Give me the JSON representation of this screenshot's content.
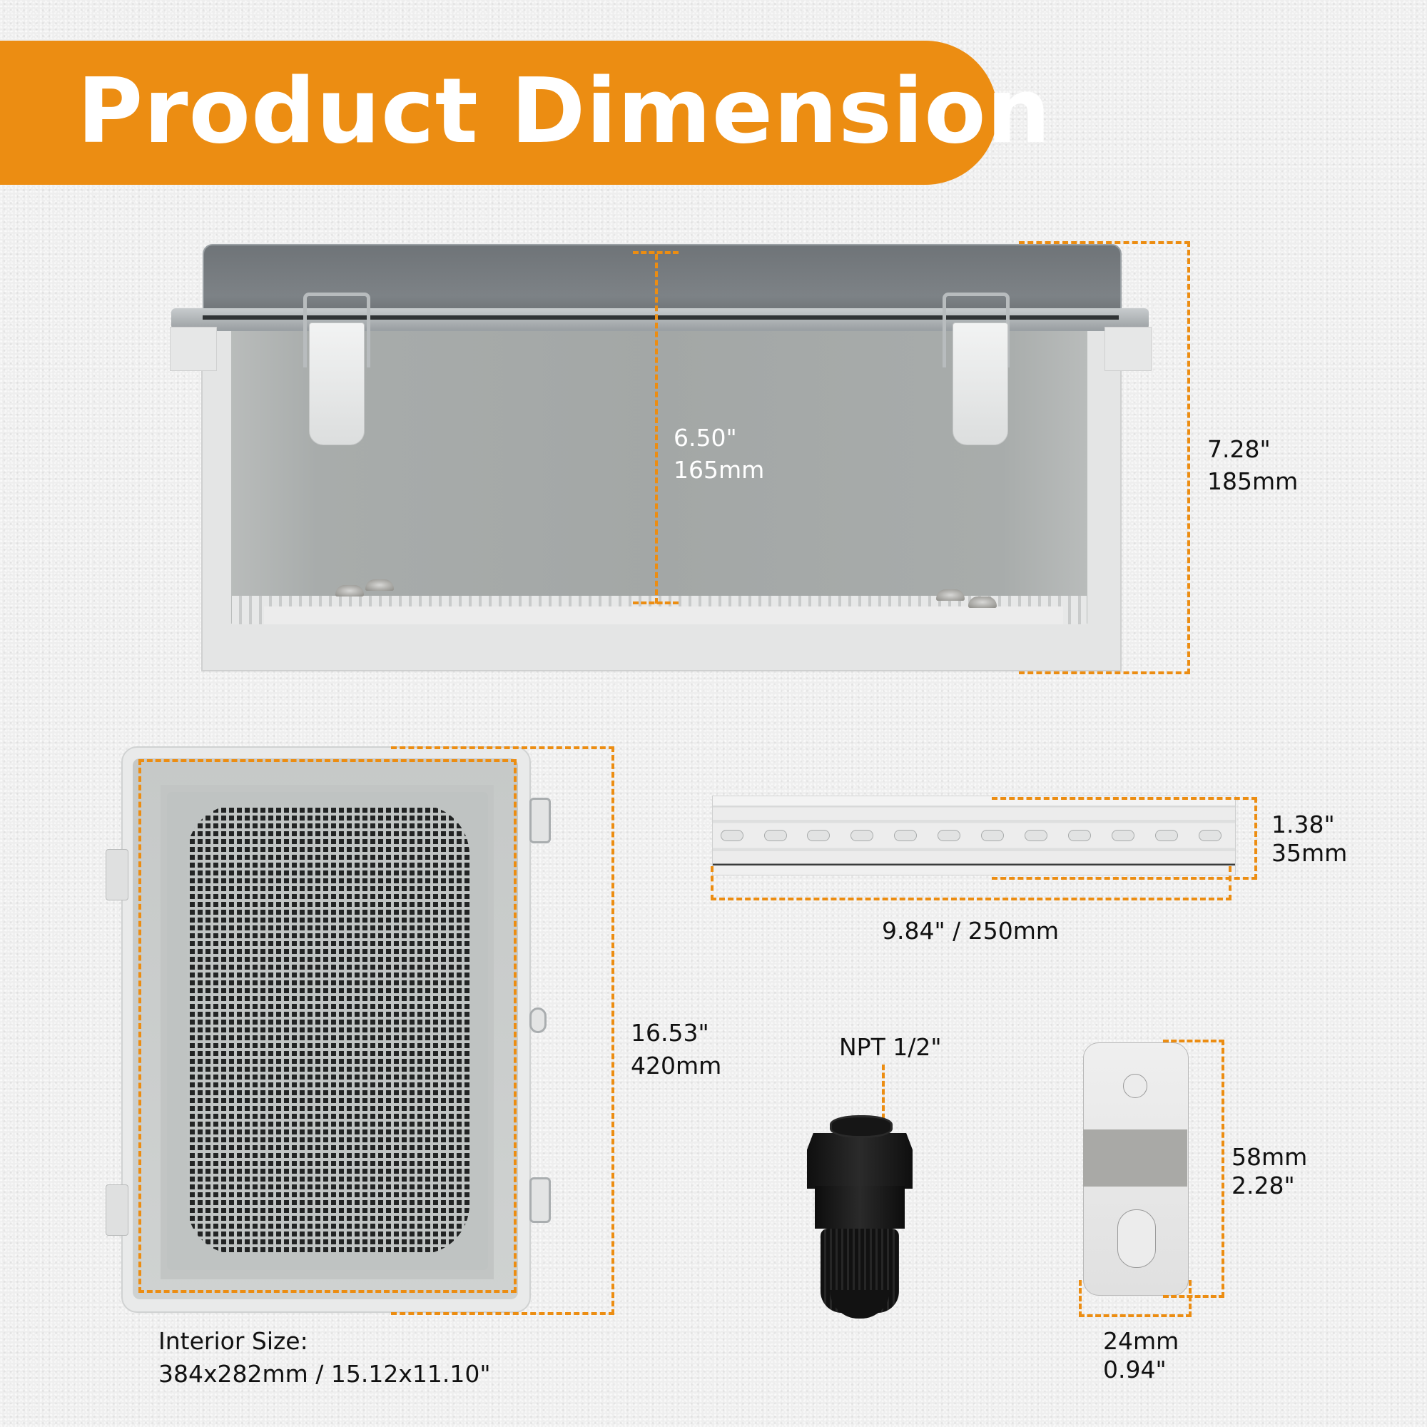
{
  "header": {
    "title": "Product Dimension",
    "banner_color": "#ec8d12"
  },
  "accent_color": "#ec8d12",
  "enclosure_side_view": {
    "interior_height": {
      "inch": "6.50\"",
      "mm": "165mm"
    },
    "overall_height": {
      "inch": "7.28\"",
      "mm": "185mm"
    }
  },
  "enclosure_top_view": {
    "overall_length": {
      "inch": "16.53\"",
      "mm": "420mm"
    },
    "interior_size": {
      "label": "Interior Size:",
      "value": "384x282mm / 15.12x11.10\""
    }
  },
  "din_rail": {
    "height": {
      "inch": "1.38\"",
      "mm": "35mm"
    },
    "length": "9.84\" / 250mm",
    "slot_count": 12
  },
  "cable_gland": {
    "size": "NPT 1/2\""
  },
  "mounting_bracket": {
    "height": {
      "mm": "58mm",
      "inch": "2.28\""
    },
    "width": {
      "mm": "24mm",
      "inch": "0.94\""
    }
  }
}
